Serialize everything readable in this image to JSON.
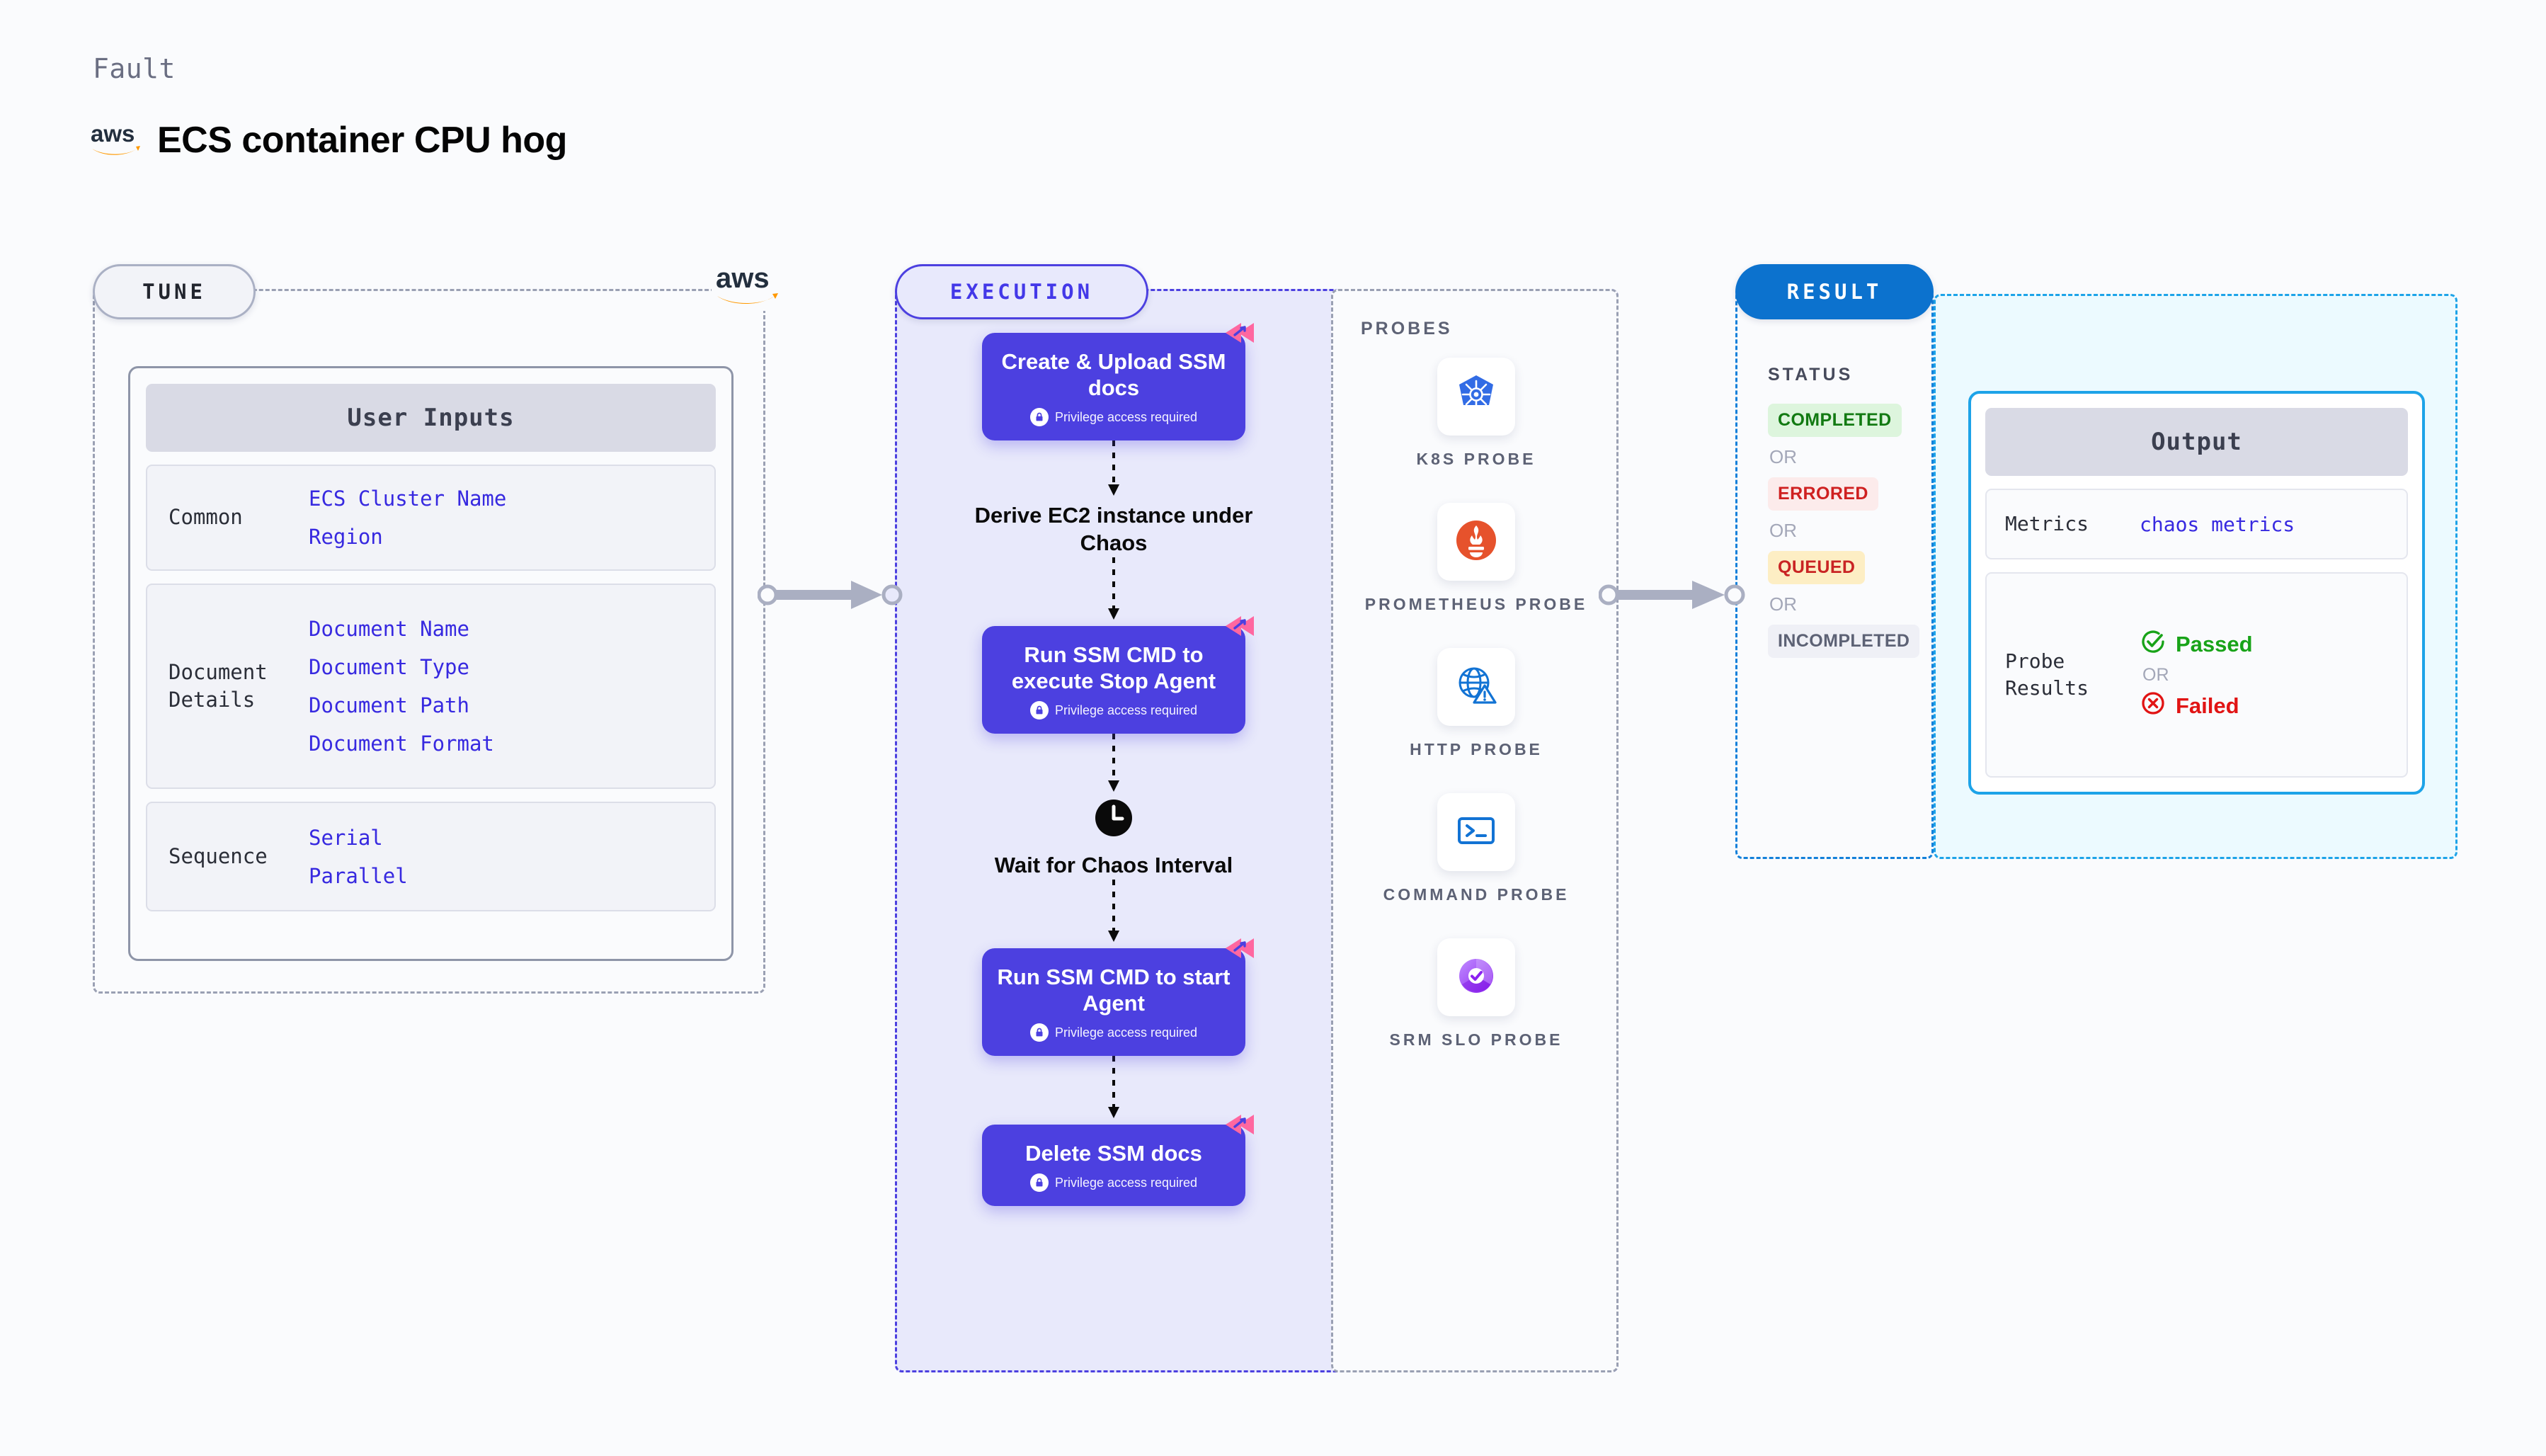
{
  "header": {
    "eyebrow": "Fault",
    "title": "ECS container CPU hog",
    "brand_icon": "aws-logo"
  },
  "tune": {
    "pill_label": "TUNE",
    "watermark_icon": "aws-logo",
    "card_title": "User Inputs",
    "groups": [
      {
        "label": "Common",
        "values": [
          "ECS Cluster Name",
          "Region"
        ]
      },
      {
        "label": "Document\nDetails",
        "values": [
          "Document Name",
          "Document Type",
          "Document Path",
          "Document Format"
        ]
      },
      {
        "label": "Sequence",
        "values": [
          "Serial",
          "Parallel"
        ]
      }
    ]
  },
  "execution": {
    "pill_label": "EXECUTION",
    "privilege_note": "Privilege access required",
    "steps": [
      {
        "type": "node",
        "title": "Create & Upload SSM docs",
        "privileged": true,
        "badge_icon": "harness-mark"
      },
      {
        "type": "plain",
        "title": "Derive EC2 instance under Chaos",
        "icon": ""
      },
      {
        "type": "node",
        "title": "Run SSM CMD to execute Stop Agent",
        "privileged": true,
        "badge_icon": "harness-mark"
      },
      {
        "type": "plain",
        "title": "Wait for Chaos Interval",
        "icon": "clock-icon"
      },
      {
        "type": "node",
        "title": "Run SSM CMD to start Agent",
        "privileged": true,
        "badge_icon": "harness-mark"
      },
      {
        "type": "node",
        "title": "Delete SSM docs",
        "privileged": true,
        "badge_icon": "harness-mark"
      }
    ]
  },
  "probes": {
    "title": "PROBES",
    "items": [
      {
        "label": "K8S PROBE",
        "icon": "kubernetes-icon"
      },
      {
        "label": "PROMETHEUS PROBE",
        "icon": "prometheus-icon"
      },
      {
        "label": "HTTP PROBE",
        "icon": "http-globe-icon"
      },
      {
        "label": "COMMAND PROBE",
        "icon": "terminal-icon"
      },
      {
        "label": "SRM SLO PROBE",
        "icon": "srm-slo-icon"
      }
    ]
  },
  "result": {
    "pill_label": "RESULT",
    "status_title": "STATUS",
    "or_label": "OR",
    "statuses": [
      {
        "label": "COMPLETED",
        "color": "#127a12"
      },
      {
        "label": "ERRORED",
        "color": "#cf2020"
      },
      {
        "label": "QUEUED",
        "color": "#c92424"
      },
      {
        "label": "INCOMPLETED",
        "color": "#5d6275"
      }
    ]
  },
  "output": {
    "card_title": "Output",
    "metrics_label": "Metrics",
    "metrics_value": "chaos metrics",
    "probe_results_label": "Probe\nResults",
    "or_label": "OR",
    "passed_label": "Passed",
    "failed_label": "Failed",
    "passed_icon": "check-circle-icon",
    "failed_icon": "x-circle-icon"
  },
  "colors": {
    "accent_indigo": "#4c40e0",
    "accent_blue": "#0c72ce",
    "accent_cyan": "#1da3e8",
    "aws_orange": "#f90",
    "harness_pink": "#ff67a0",
    "success_green": "#18a318",
    "error_red": "#e11414"
  }
}
